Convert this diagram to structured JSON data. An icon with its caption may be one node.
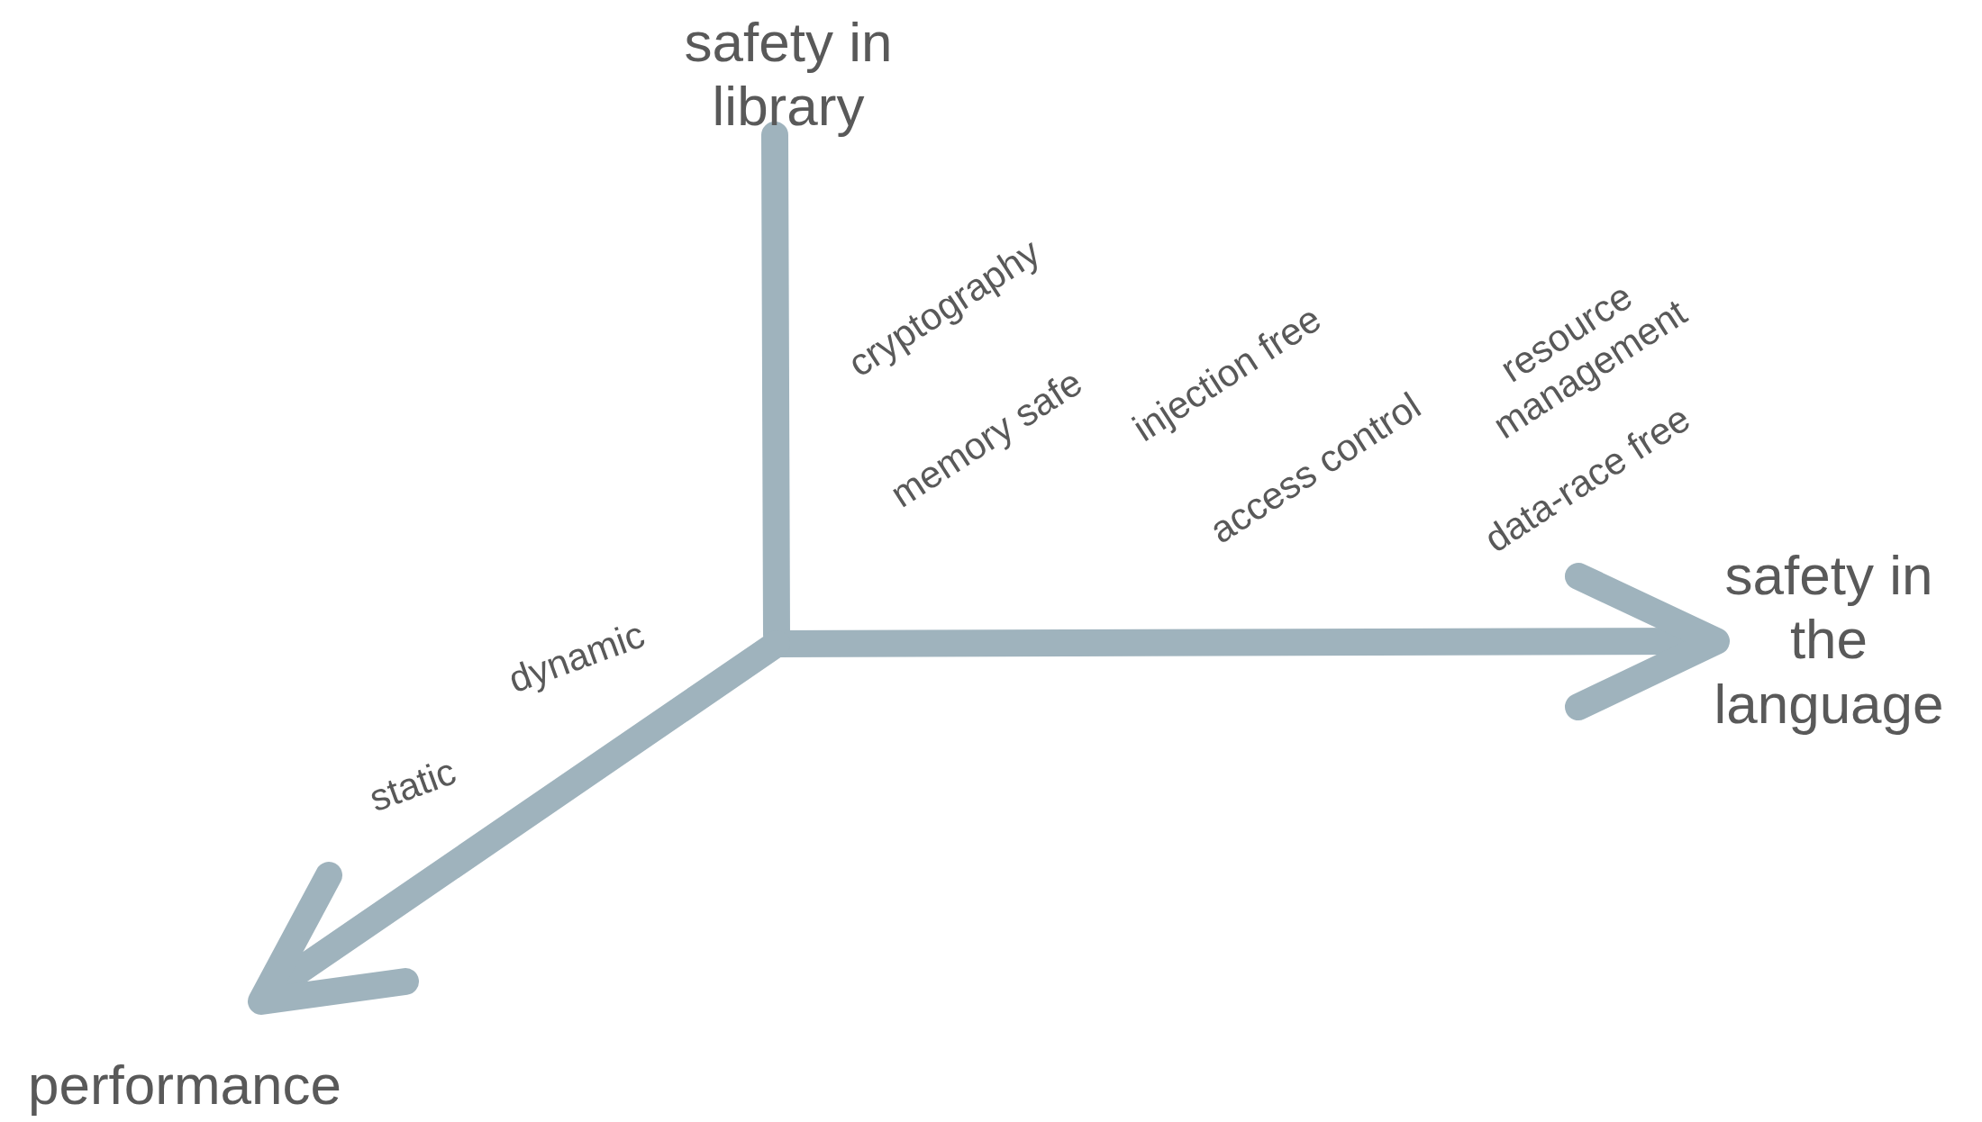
{
  "diagram": {
    "labels": [
      "safety in library",
      "cryptography",
      "injection free",
      "resource management",
      "memory safe",
      "access control",
      "data-race free",
      "safety in the language",
      "dynamic",
      "static",
      "performance"
    ]
  }
}
